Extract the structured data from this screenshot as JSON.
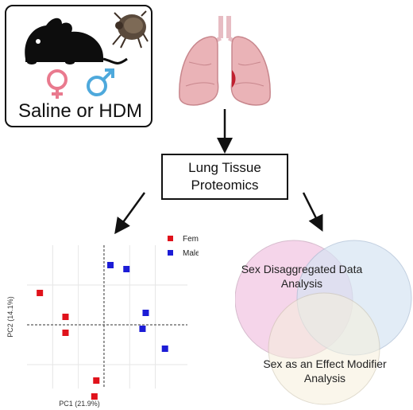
{
  "top_box": {
    "label": "Saline or HDM"
  },
  "proteomics_box": {
    "line1": "Lung Tissue",
    "line2": "Proteomics"
  },
  "venn": {
    "label_a_line1": "Sex Disaggregated Data",
    "label_a_line2": "Analysis",
    "label_b_line1": "Sex as an Effect Modifier",
    "label_b_line2": "Analysis",
    "colors": {
      "a": "#f2c8e4",
      "b": "#d6e4f3",
      "c": "#f6f0dc"
    }
  },
  "pca": {
    "xlabel": "PC1 (21.9%)",
    "ylabel": "PC2 (14.1%)",
    "legend": [
      {
        "name": "Female",
        "color": "#e0121b"
      },
      {
        "name": "Male",
        "color": "#1c1cd6"
      }
    ]
  },
  "chart_data": {
    "type": "scatter",
    "xlabel": "PC1 (21.9%)",
    "ylabel": "PC2 (14.1%)",
    "xlim": [
      -12,
      13
    ],
    "ylim": [
      -8,
      10
    ],
    "grid": true,
    "legend_position": "top-right",
    "series": [
      {
        "name": "Female",
        "color": "#e0121b",
        "points": [
          [
            -10,
            4
          ],
          [
            -6,
            1
          ],
          [
            -6,
            -1
          ],
          [
            -1.2,
            -7
          ],
          [
            -1.5,
            -9
          ]
        ]
      },
      {
        "name": "Male",
        "color": "#1c1cd6",
        "points": [
          [
            1,
            7.5
          ],
          [
            3.5,
            7
          ],
          [
            6.5,
            1.5
          ],
          [
            6,
            -0.5
          ],
          [
            9.5,
            -3
          ]
        ]
      }
    ]
  },
  "icons": [
    "mouse-icon",
    "dust-mite-icon",
    "female-symbol-icon",
    "male-symbol-icon",
    "lungs-icon"
  ]
}
